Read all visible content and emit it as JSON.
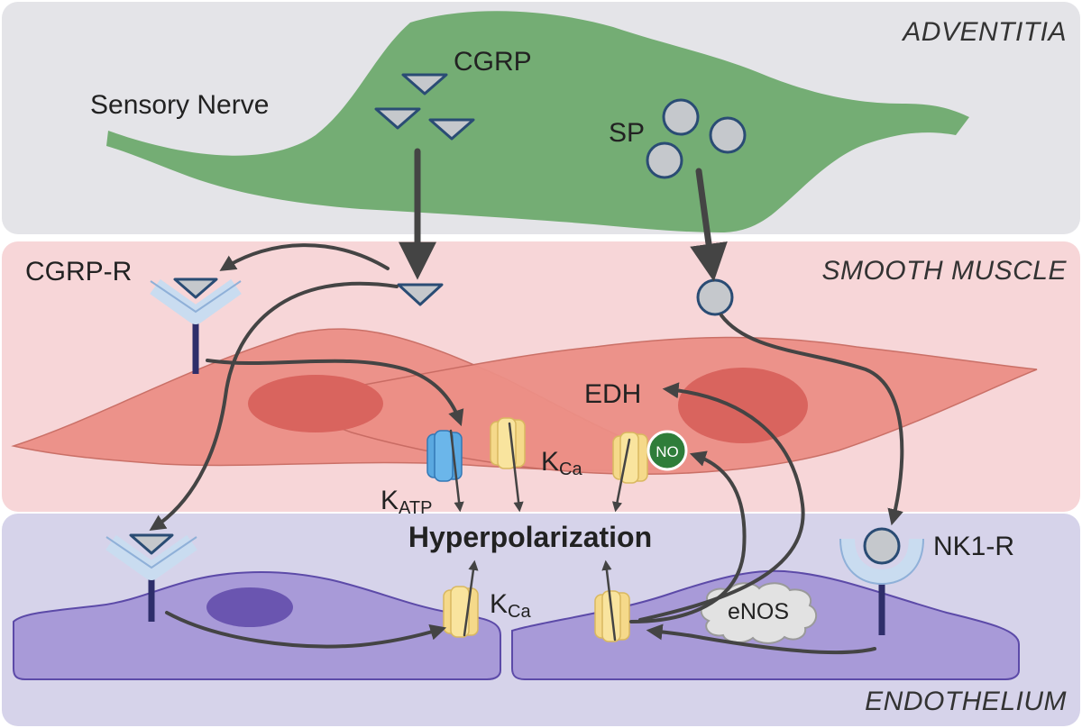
{
  "regions": {
    "adventitia": "ADVENTITIA",
    "smooth_muscle": "SMOOTH MUSCLE",
    "endothelium": "ENDOTHELIUM"
  },
  "labels": {
    "sensory_nerve": "Sensory Nerve",
    "cgrp": "CGRP",
    "sp": "SP",
    "cgrp_r": "CGRP-R",
    "edh": "EDH",
    "no": "NO",
    "katp_main": "K",
    "katp_sub": "ATP",
    "kca_main": "K",
    "kca_sub": "Ca",
    "kca2_main": "K",
    "kca2_sub": "Ca",
    "hyperpolarization": "Hyperpolarization",
    "nk1_r": "NK1-R",
    "enos": "eNOS"
  },
  "colors": {
    "adventitia_bg": "#e4e4e8",
    "smooth_muscle_bg": "#f7d6d8",
    "endothelium_bg": "#d6d3ea",
    "nerve": "#74ad74",
    "smooth_muscle_cell": "#ec8f86",
    "nucleus_sm": "#d9645e",
    "endothelial_cell": "#a89ad8",
    "nucleus_endo": "#6a55b0",
    "katp_channel": "#5aa8e0",
    "kca_channel": "#f5d98a",
    "no_circle": "#2f7d3a",
    "arrow": "#444444"
  }
}
